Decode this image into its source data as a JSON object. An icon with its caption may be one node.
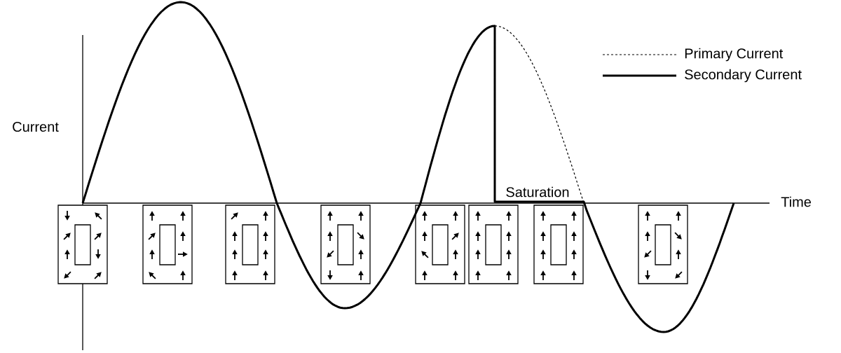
{
  "diagram": {
    "labels": [
      "Current",
      "Time",
      "Saturation"
    ],
    "legend": [
      {
        "text": "Primary Current"
      },
      {
        "text": "Secondary Current"
      }
    ]
  }
}
